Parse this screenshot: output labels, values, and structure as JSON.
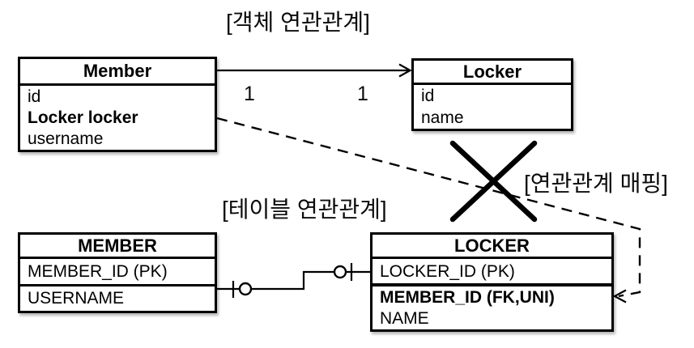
{
  "labels": {
    "object_relation": "[객체 연관관계]",
    "table_relation": "[테이블 연관관계]",
    "mapping": "[연관관계 매핑]"
  },
  "object_diagram": {
    "member": {
      "title": "Member",
      "fields": [
        "id",
        "Locker locker",
        "username"
      ]
    },
    "locker": {
      "title": "Locker",
      "fields": [
        "id",
        "name"
      ]
    },
    "multiplicity_source": "1",
    "multiplicity_target": "1"
  },
  "table_diagram": {
    "member": {
      "title": "MEMBER",
      "rows": [
        "MEMBER_ID (PK)",
        "USERNAME"
      ]
    },
    "locker": {
      "title": "LOCKER",
      "rows": [
        "LOCKER_ID (PK)",
        "MEMBER_ID (FK,UNI)",
        "NAME"
      ]
    }
  },
  "colors": {
    "line": "#000000",
    "background": "#ffffff"
  }
}
